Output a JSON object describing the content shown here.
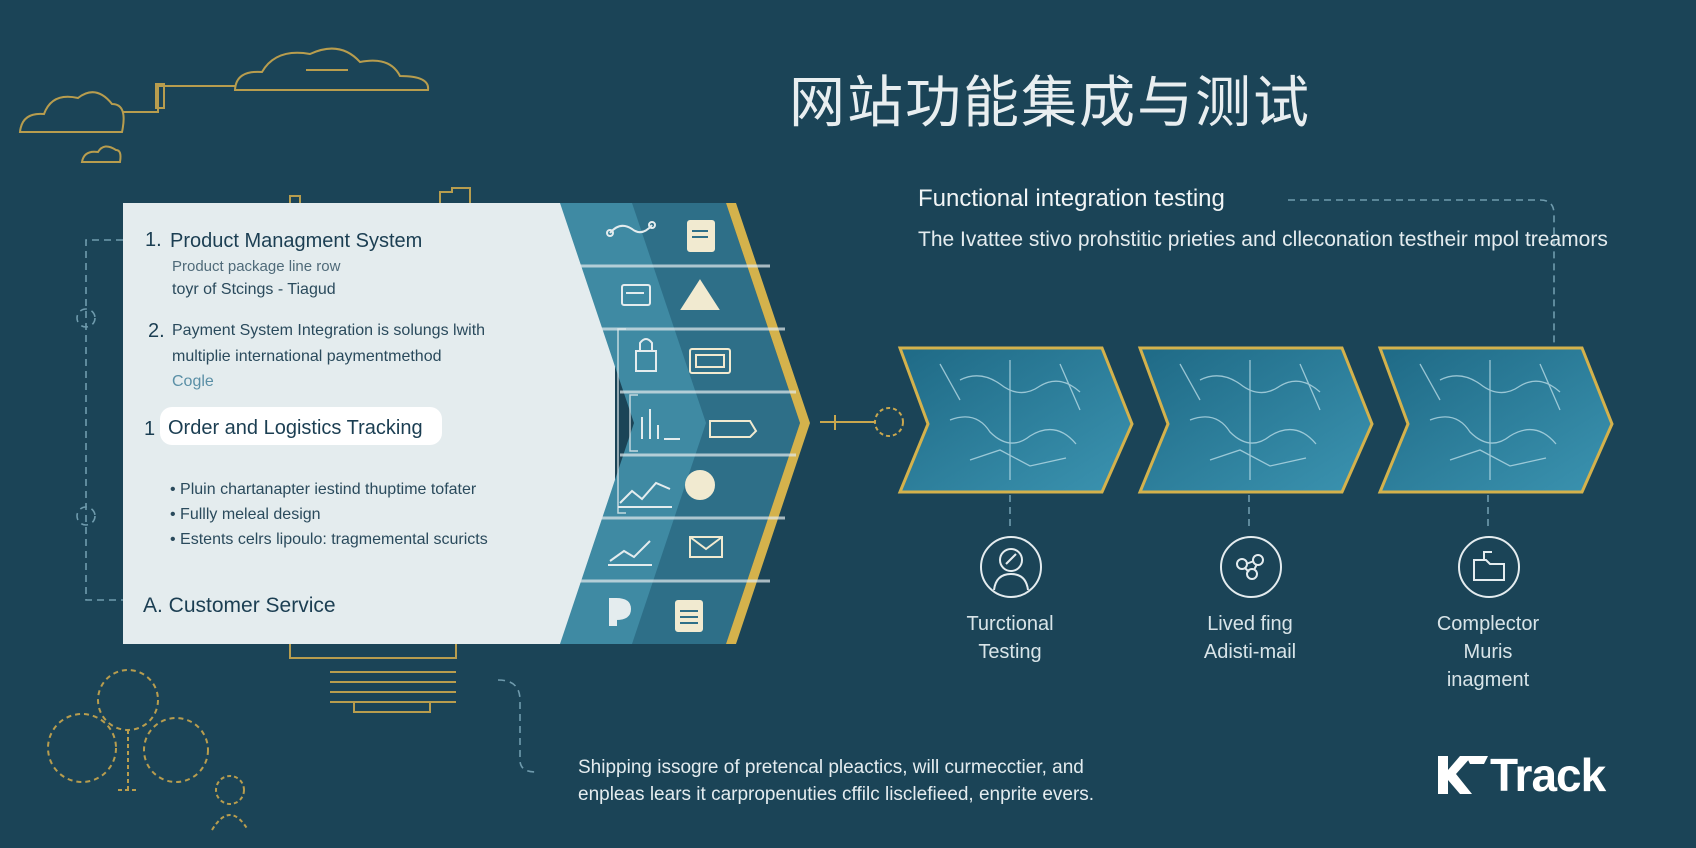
{
  "title": "网站功能集成与测试",
  "left_panel": {
    "item1": {
      "number": "1.",
      "heading": "Product Managment System",
      "line1": "Product package line row",
      "line2": "toyr of Stcings - Tiagud"
    },
    "item2": {
      "number": "2.",
      "line1": "Payment System Integration is solungs lwith",
      "line2": "multiplie international paymentmethod",
      "line3": "Cogle"
    },
    "item3": {
      "number": "1",
      "pill": "Order and Logistics Tracking"
    },
    "bullets": [
      "• Pluin chartanapter iestind thuptime tofater",
      "• Fullly meleal design",
      "• Estents celrs lipoulo: tragmemental scuricts"
    ],
    "customer_service": "A. Customer Service"
  },
  "section": {
    "title": "Functional integration testing",
    "description": "The Ivattee stivo prohstitic prieties and clleconation testheir mpol treamors"
  },
  "stages": [
    {
      "label_line1": "Turctional",
      "label_line2": "Testing",
      "label_line3": "",
      "icon": "person-check-icon"
    },
    {
      "label_line1": "Lived fing",
      "label_line2": "Adisti-mail",
      "label_line3": "",
      "icon": "network-nodes-icon"
    },
    {
      "label_line1": "Complector",
      "label_line2": "Muris",
      "label_line3": "inagment",
      "icon": "folder-icon"
    }
  ],
  "footer": {
    "line1": "Shipping issogre of pretencal pleactics, will curmecctier, and",
    "line2": "enpleas lears it carpropenuties cffilc lisclefieed, enprite evers."
  },
  "brand": {
    "name": "Track"
  },
  "colors": {
    "background": "#1b4457",
    "accent_gold": "#d4b24c",
    "panel": "#e4ecee",
    "teal": "#3f8aa3"
  },
  "chevron_icons": [
    "path-icon",
    "document-icon",
    "card-icon",
    "triangle-symbols-icon",
    "lock-icon",
    "credit-card-icon",
    "bar-chart-icon",
    "truck-icon",
    "line-chart-icon",
    "pie-chart-icon",
    "trend-chart-icon",
    "mail-icon",
    "parking-icon",
    "notebook-icon"
  ]
}
